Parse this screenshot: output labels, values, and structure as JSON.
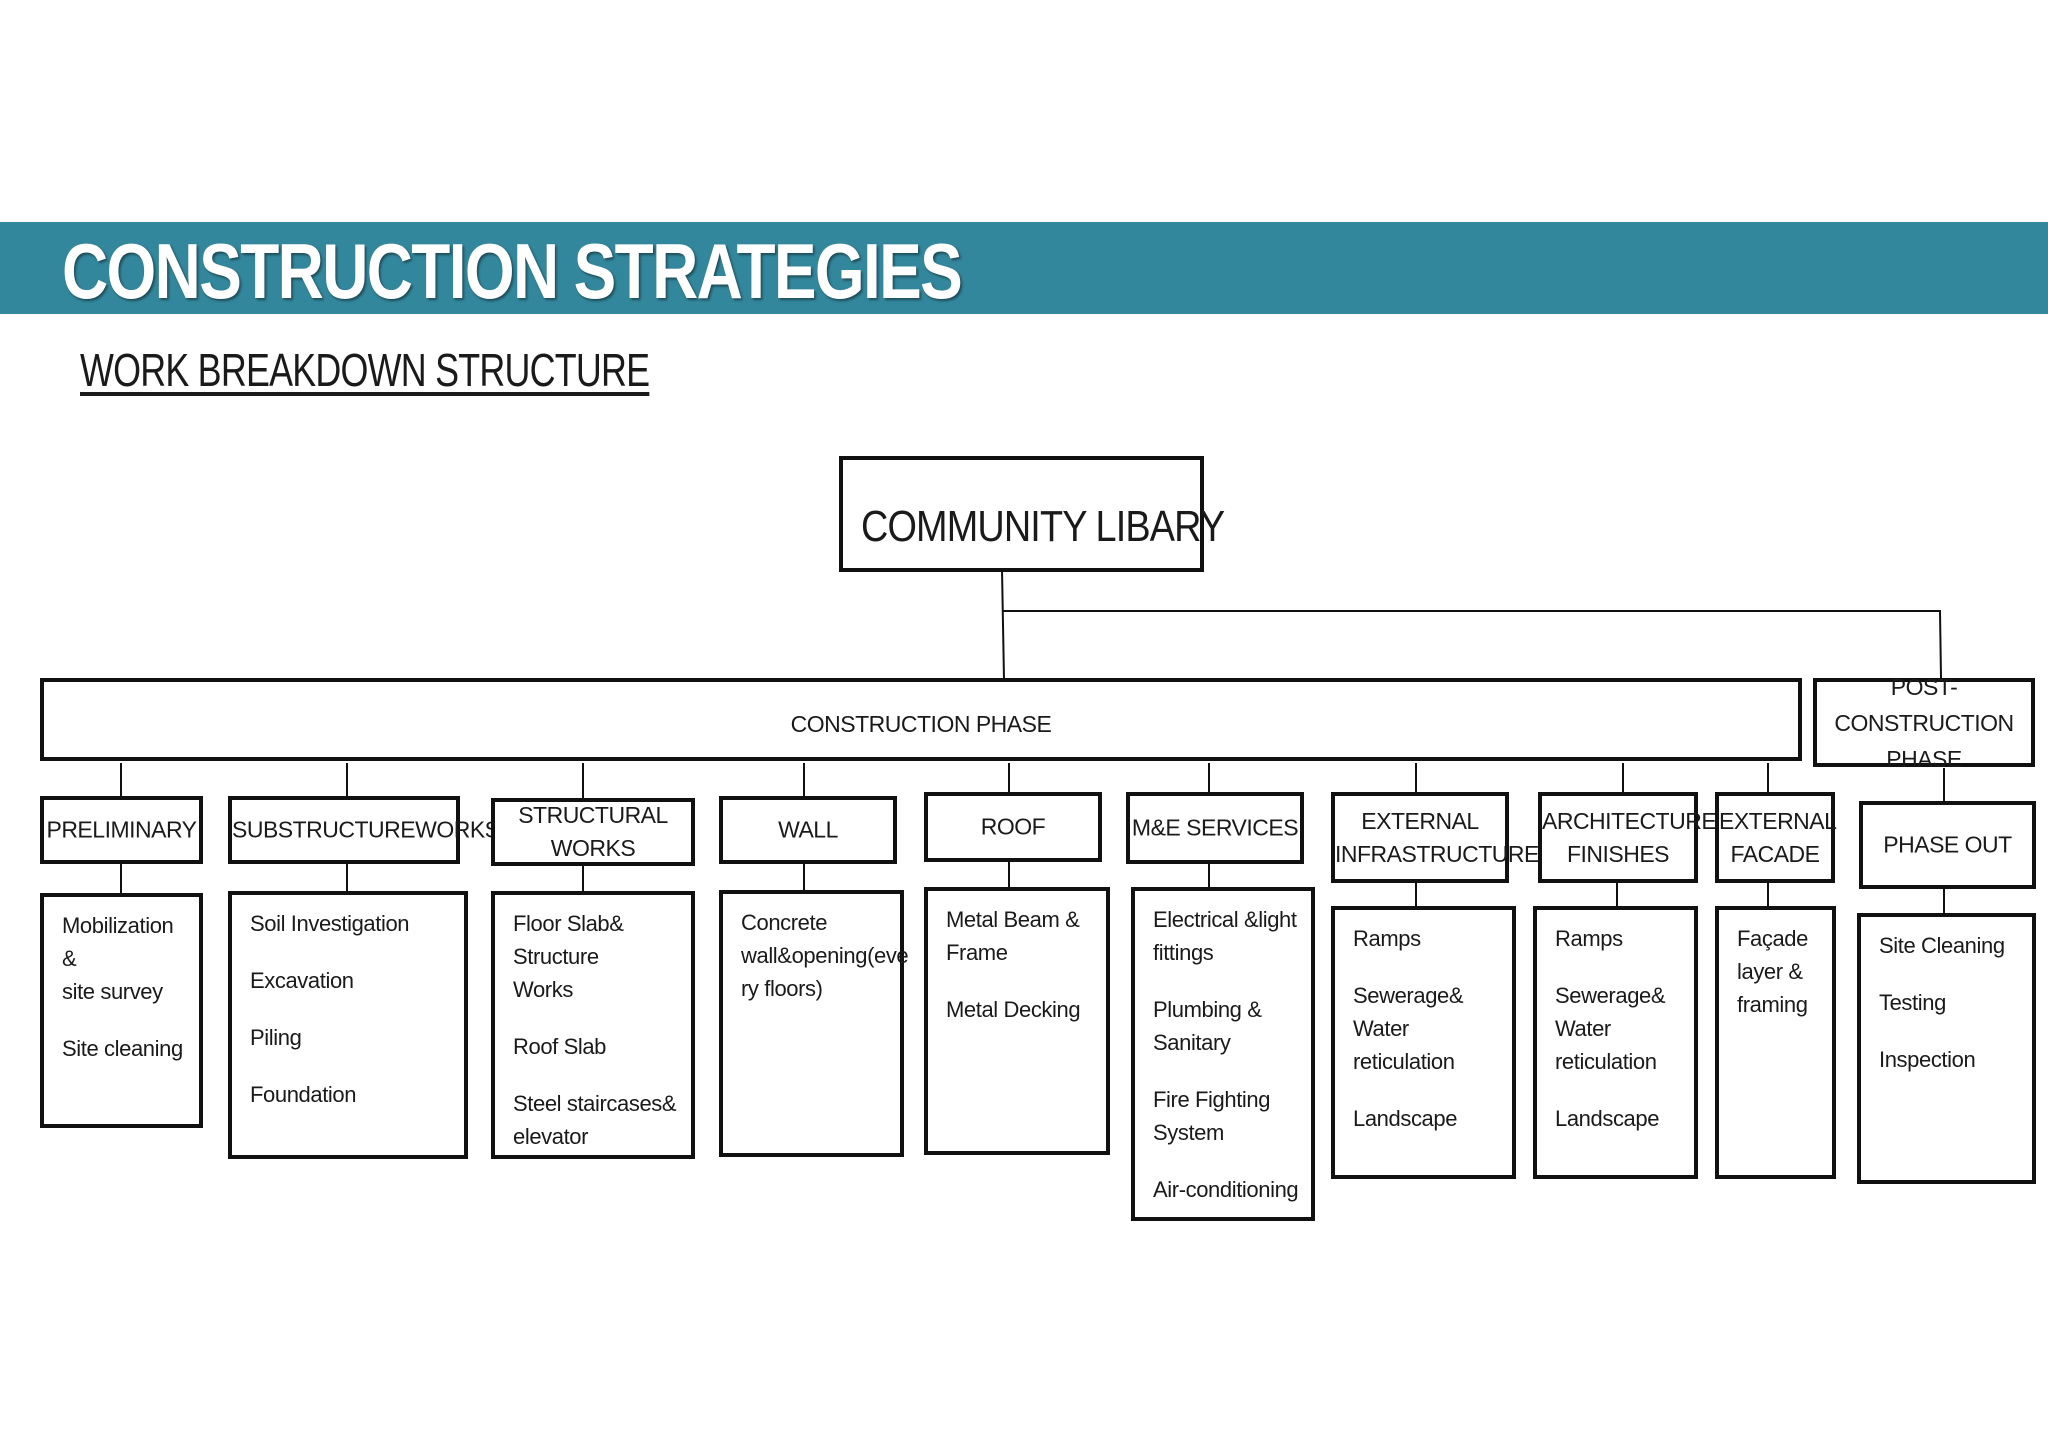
{
  "header": {
    "title": "CONSTRUCTION STRATEGIES",
    "subtitle": "WORK BREAKDOWN STRUCTURE"
  },
  "colors": {
    "banner": "#33879c",
    "outline": "#111111",
    "title_text": "#ffffff"
  },
  "diagram": {
    "root": "COMMUNITY LIBARY",
    "phases": {
      "construction": "CONSTRUCTION PHASE",
      "post_construction": "POST-CONSTRUCTION\nPHASE"
    },
    "packages": [
      {
        "label": "PRELIMINARY",
        "items": [
          "Mobilization &\nsite survey",
          "Site cleaning"
        ]
      },
      {
        "label": "SUBSTRUCTUREWORKS",
        "items": [
          "Soil Investigation",
          "Excavation",
          "Piling",
          "Foundation"
        ]
      },
      {
        "label": "STRUCTURAL WORKS",
        "items": [
          "Floor Slab& Structure\nWorks",
          "Roof Slab",
          "Steel staircases&\nelevator"
        ]
      },
      {
        "label": "WALL",
        "items": [
          "Concrete\nwall&opening(eve\nry floors)"
        ]
      },
      {
        "label": "ROOF",
        "items": [
          "Metal Beam &\nFrame",
          "Metal Decking"
        ]
      },
      {
        "label": "M&E SERVICES",
        "items": [
          "Electrical &light\nfittings",
          "Plumbing &\nSanitary",
          "Fire Fighting\nSystem",
          "Air-conditioning"
        ]
      },
      {
        "label": "EXTERNAL\nINFRASTRUCTURE",
        "items": [
          "Ramps",
          "Sewerage& Water\nreticulation",
          "Landscape"
        ]
      },
      {
        "label": "ARCHITECTURE\nFINISHES",
        "items": [
          "Ramps",
          "Sewerage&\nWater\nreticulation",
          "Landscape"
        ]
      },
      {
        "label": "EXTERNAL\nFACADE",
        "items": [
          "Façade\nlayer &\nframing"
        ]
      },
      {
        "label": "PHASE OUT",
        "items": [
          "Site Cleaning",
          "Testing",
          "Inspection"
        ]
      }
    ]
  }
}
